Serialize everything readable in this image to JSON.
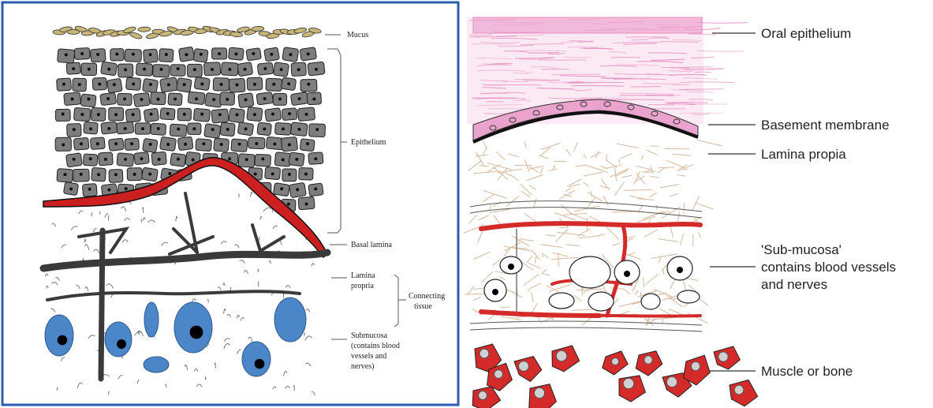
{
  "left_panel": {
    "frame_color": "#2a5cb0",
    "labels": {
      "mucus": "Mucus",
      "epithelium": "Epithelium",
      "basal_lamina": "Basal lamina",
      "lamina_propria_line1": "Lamina",
      "lamina_propria_line2": "propria",
      "connective_line1": "Connecting",
      "connective_line2": "tissue",
      "submucosa_line1": "Submucosa",
      "submucosa_line2": "(contains blood",
      "submucosa_line3": "vessels and",
      "submucosa_line4": "nerves)"
    }
  },
  "right_panel": {
    "labels": {
      "oral_epithelium": "Oral epithelium",
      "basement_membrane": "Basement membrane",
      "lamina_propia": "Lamina propia",
      "submucosa_line1": "'Sub-mucosa'",
      "submucosa_line2": "contains blood vessels",
      "submucosa_line3": "and nerves",
      "muscle_bone": "Muscle or bone"
    }
  },
  "colors": {
    "cell_gray": "#7d7d7d",
    "basal_red": "#cc1f1f",
    "gland_blue": "#4a86c8",
    "epithelium_pink": "#e58fc0",
    "basement_pink": "#e9a3cc",
    "fiber_tan": "#d8b89a",
    "vessel_red": "#d42a2a"
  }
}
